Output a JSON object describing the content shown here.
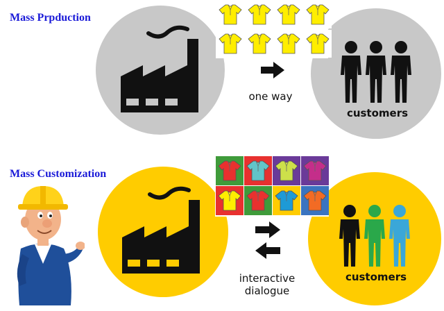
{
  "sections": {
    "top": {
      "title": "Mass Prpduction",
      "flow_label": "one way",
      "customers_label": "customers"
    },
    "bottom": {
      "title": "Mass Customization",
      "flow_label_line1": "interactive",
      "flow_label_line2": "dialogue",
      "customers_label": "customers"
    }
  },
  "colors": {
    "title": "#1a1ad8",
    "top_circle": "#c8c8c8",
    "bottom_circle": "#ffcc00",
    "icon": "#111111",
    "shirt_yellow": "#ffee00"
  },
  "shirt_grid_top": [
    "#ffee00",
    "#ffee00",
    "#ffee00",
    "#ffee00",
    "#ffee00",
    "#ffee00",
    "#ffee00",
    "#ffee00"
  ],
  "shirt_grid_bottom": [
    {
      "bg": "#3f9b3a",
      "shirt": "#e8312f"
    },
    {
      "bg": "#e8312f",
      "shirt": "#62c4c9"
    },
    {
      "bg": "#6a3a99",
      "shirt": "#cde04a"
    },
    {
      "bg": "#6a3a99",
      "shirt": "#c42e8a"
    },
    {
      "bg": "#e8312f",
      "shirt": "#ffee00"
    },
    {
      "bg": "#3f9b3a",
      "shirt": "#e8312f"
    },
    {
      "bg": "#ffcc00",
      "shirt": "#1e9ad6"
    },
    {
      "bg": "#3a74c0",
      "shirt": "#f26b24"
    }
  ],
  "customer_colors_bottom": [
    "#111111",
    "#2aa84a",
    "#3aa7d8"
  ],
  "icons": [
    "factory-icon",
    "arrow-right-icon",
    "exchange-arrows-icon",
    "customer-person-icon",
    "shirt-icon",
    "worker-character"
  ]
}
